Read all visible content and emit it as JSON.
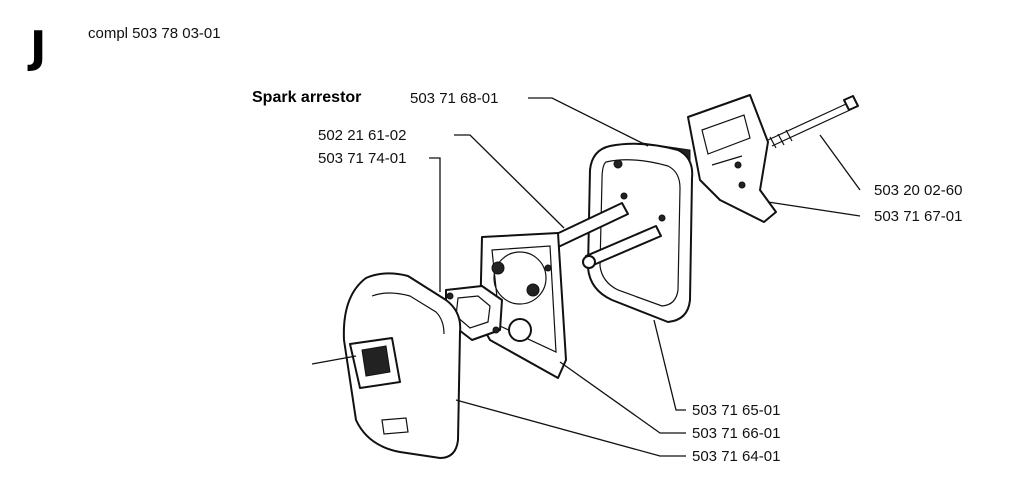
{
  "section": {
    "letter": "J",
    "assembly": "compl 503 78 03-01"
  },
  "heading": "Spark arrestor",
  "parts": {
    "spark_arrestor_screen": "503 71 68-01",
    "stud": "502 21 61-02",
    "gasket": "503 71 74-01",
    "screw": "503 20 02-60",
    "cooling_plate": "503 71 67-01",
    "muffler_body": "503 71 65-01",
    "muffler_plate": "503 71 66-01",
    "muffler_cover": "503 71 64-01"
  }
}
